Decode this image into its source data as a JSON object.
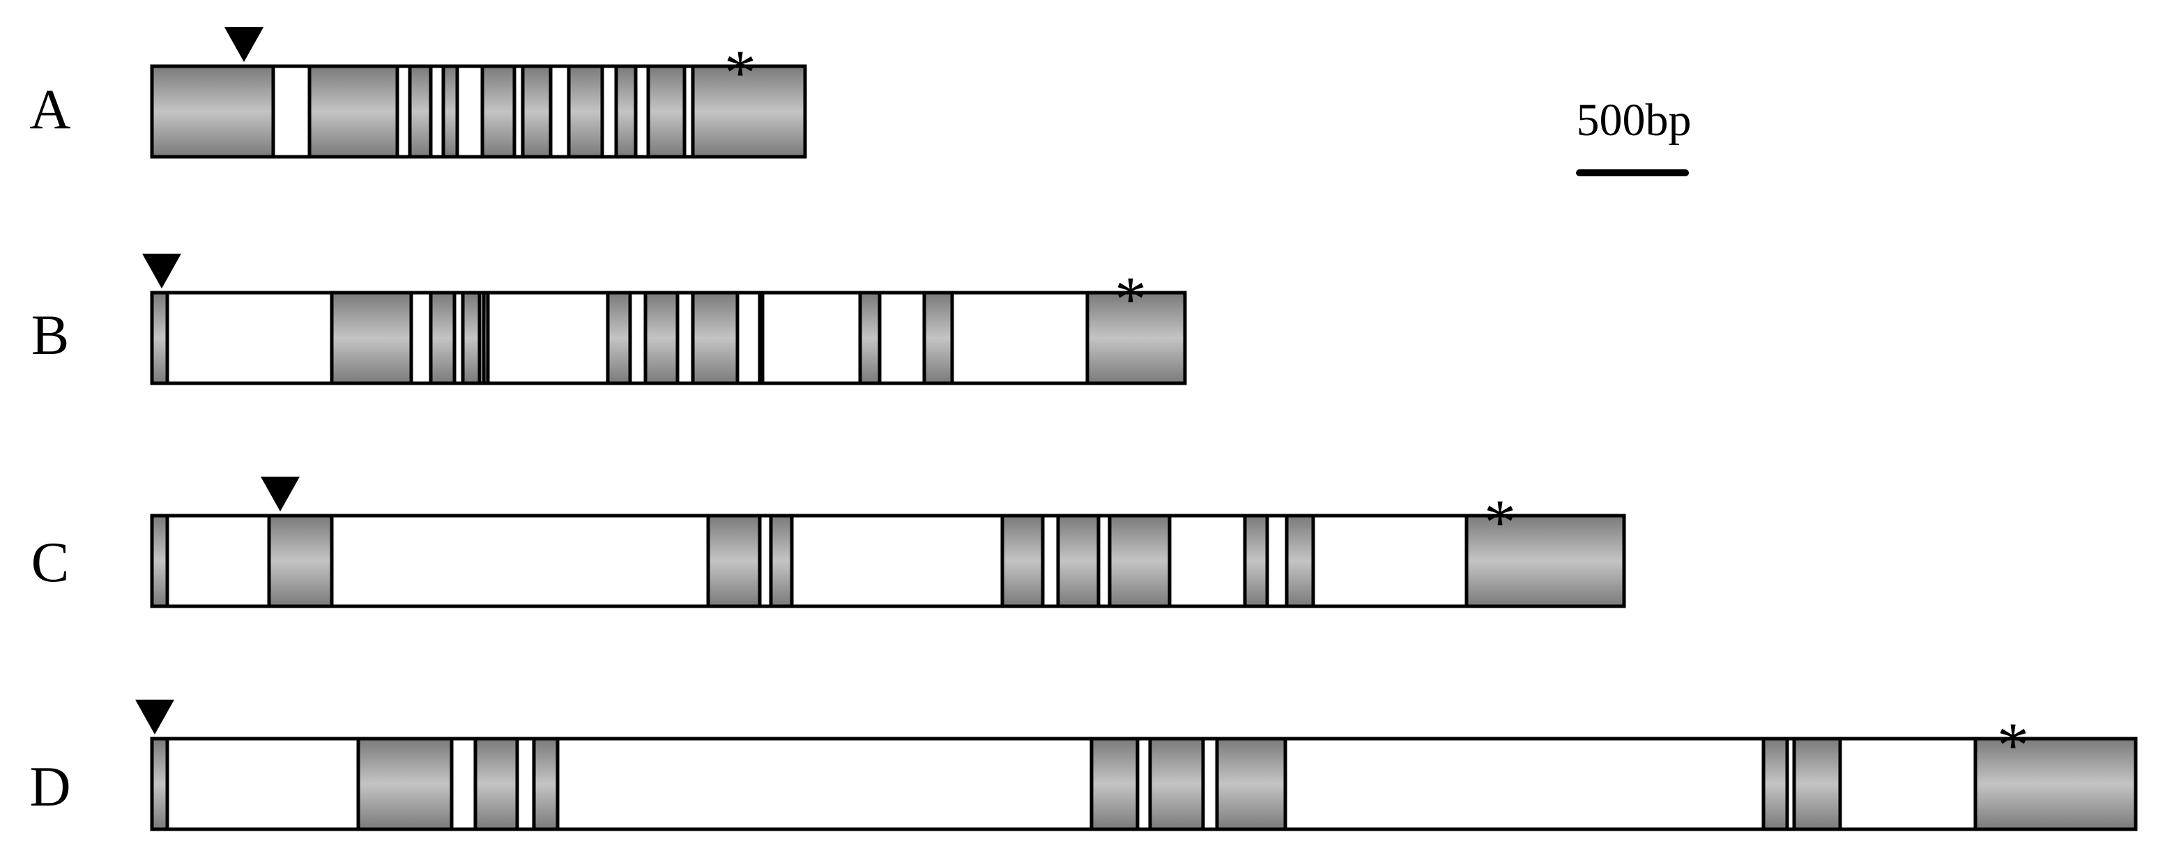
{
  "scale_bar": {
    "label": "500bp"
  },
  "markers": {
    "star_glyph": "*"
  },
  "genes": [
    {
      "label": "A"
    },
    {
      "label": "B"
    },
    {
      "label": "C"
    },
    {
      "label": "D"
    }
  ],
  "colors": {
    "exon_dark": "#7a7a7a",
    "exon_light": "#c4c4c4",
    "intron": "#ffffff",
    "outline": "#000000"
  }
}
